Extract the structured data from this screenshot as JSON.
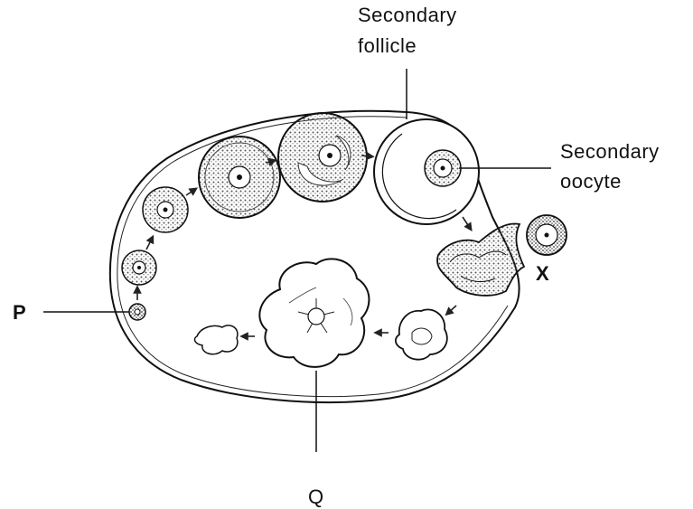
{
  "labels": {
    "secondary_follicle_line1": "Secondary",
    "secondary_follicle_line2": "follicle",
    "secondary_oocyte_line1": "Secondary",
    "secondary_oocyte_line2": "oocyte",
    "p": "P",
    "q": "Q",
    "x": "X"
  },
  "colors": {
    "ink": "#111111",
    "stipple": "#555555",
    "background": "#ffffff"
  }
}
